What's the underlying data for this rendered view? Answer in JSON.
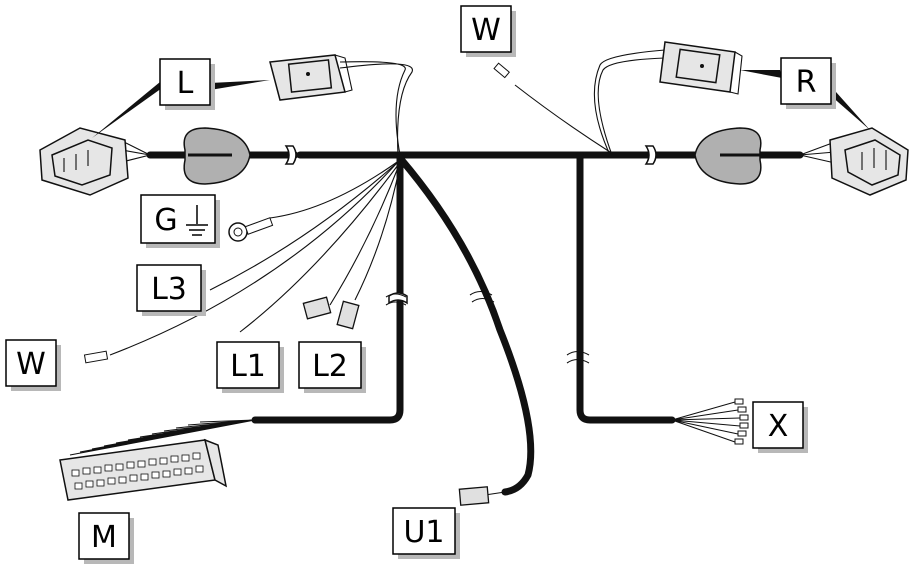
{
  "labels": {
    "L": "L",
    "R": "R",
    "W_top": "W",
    "G": "G",
    "L3": "L3",
    "W_left": "W",
    "L1": "L1",
    "L2": "L2",
    "M": "M",
    "U1": "U1",
    "X": "X"
  }
}
